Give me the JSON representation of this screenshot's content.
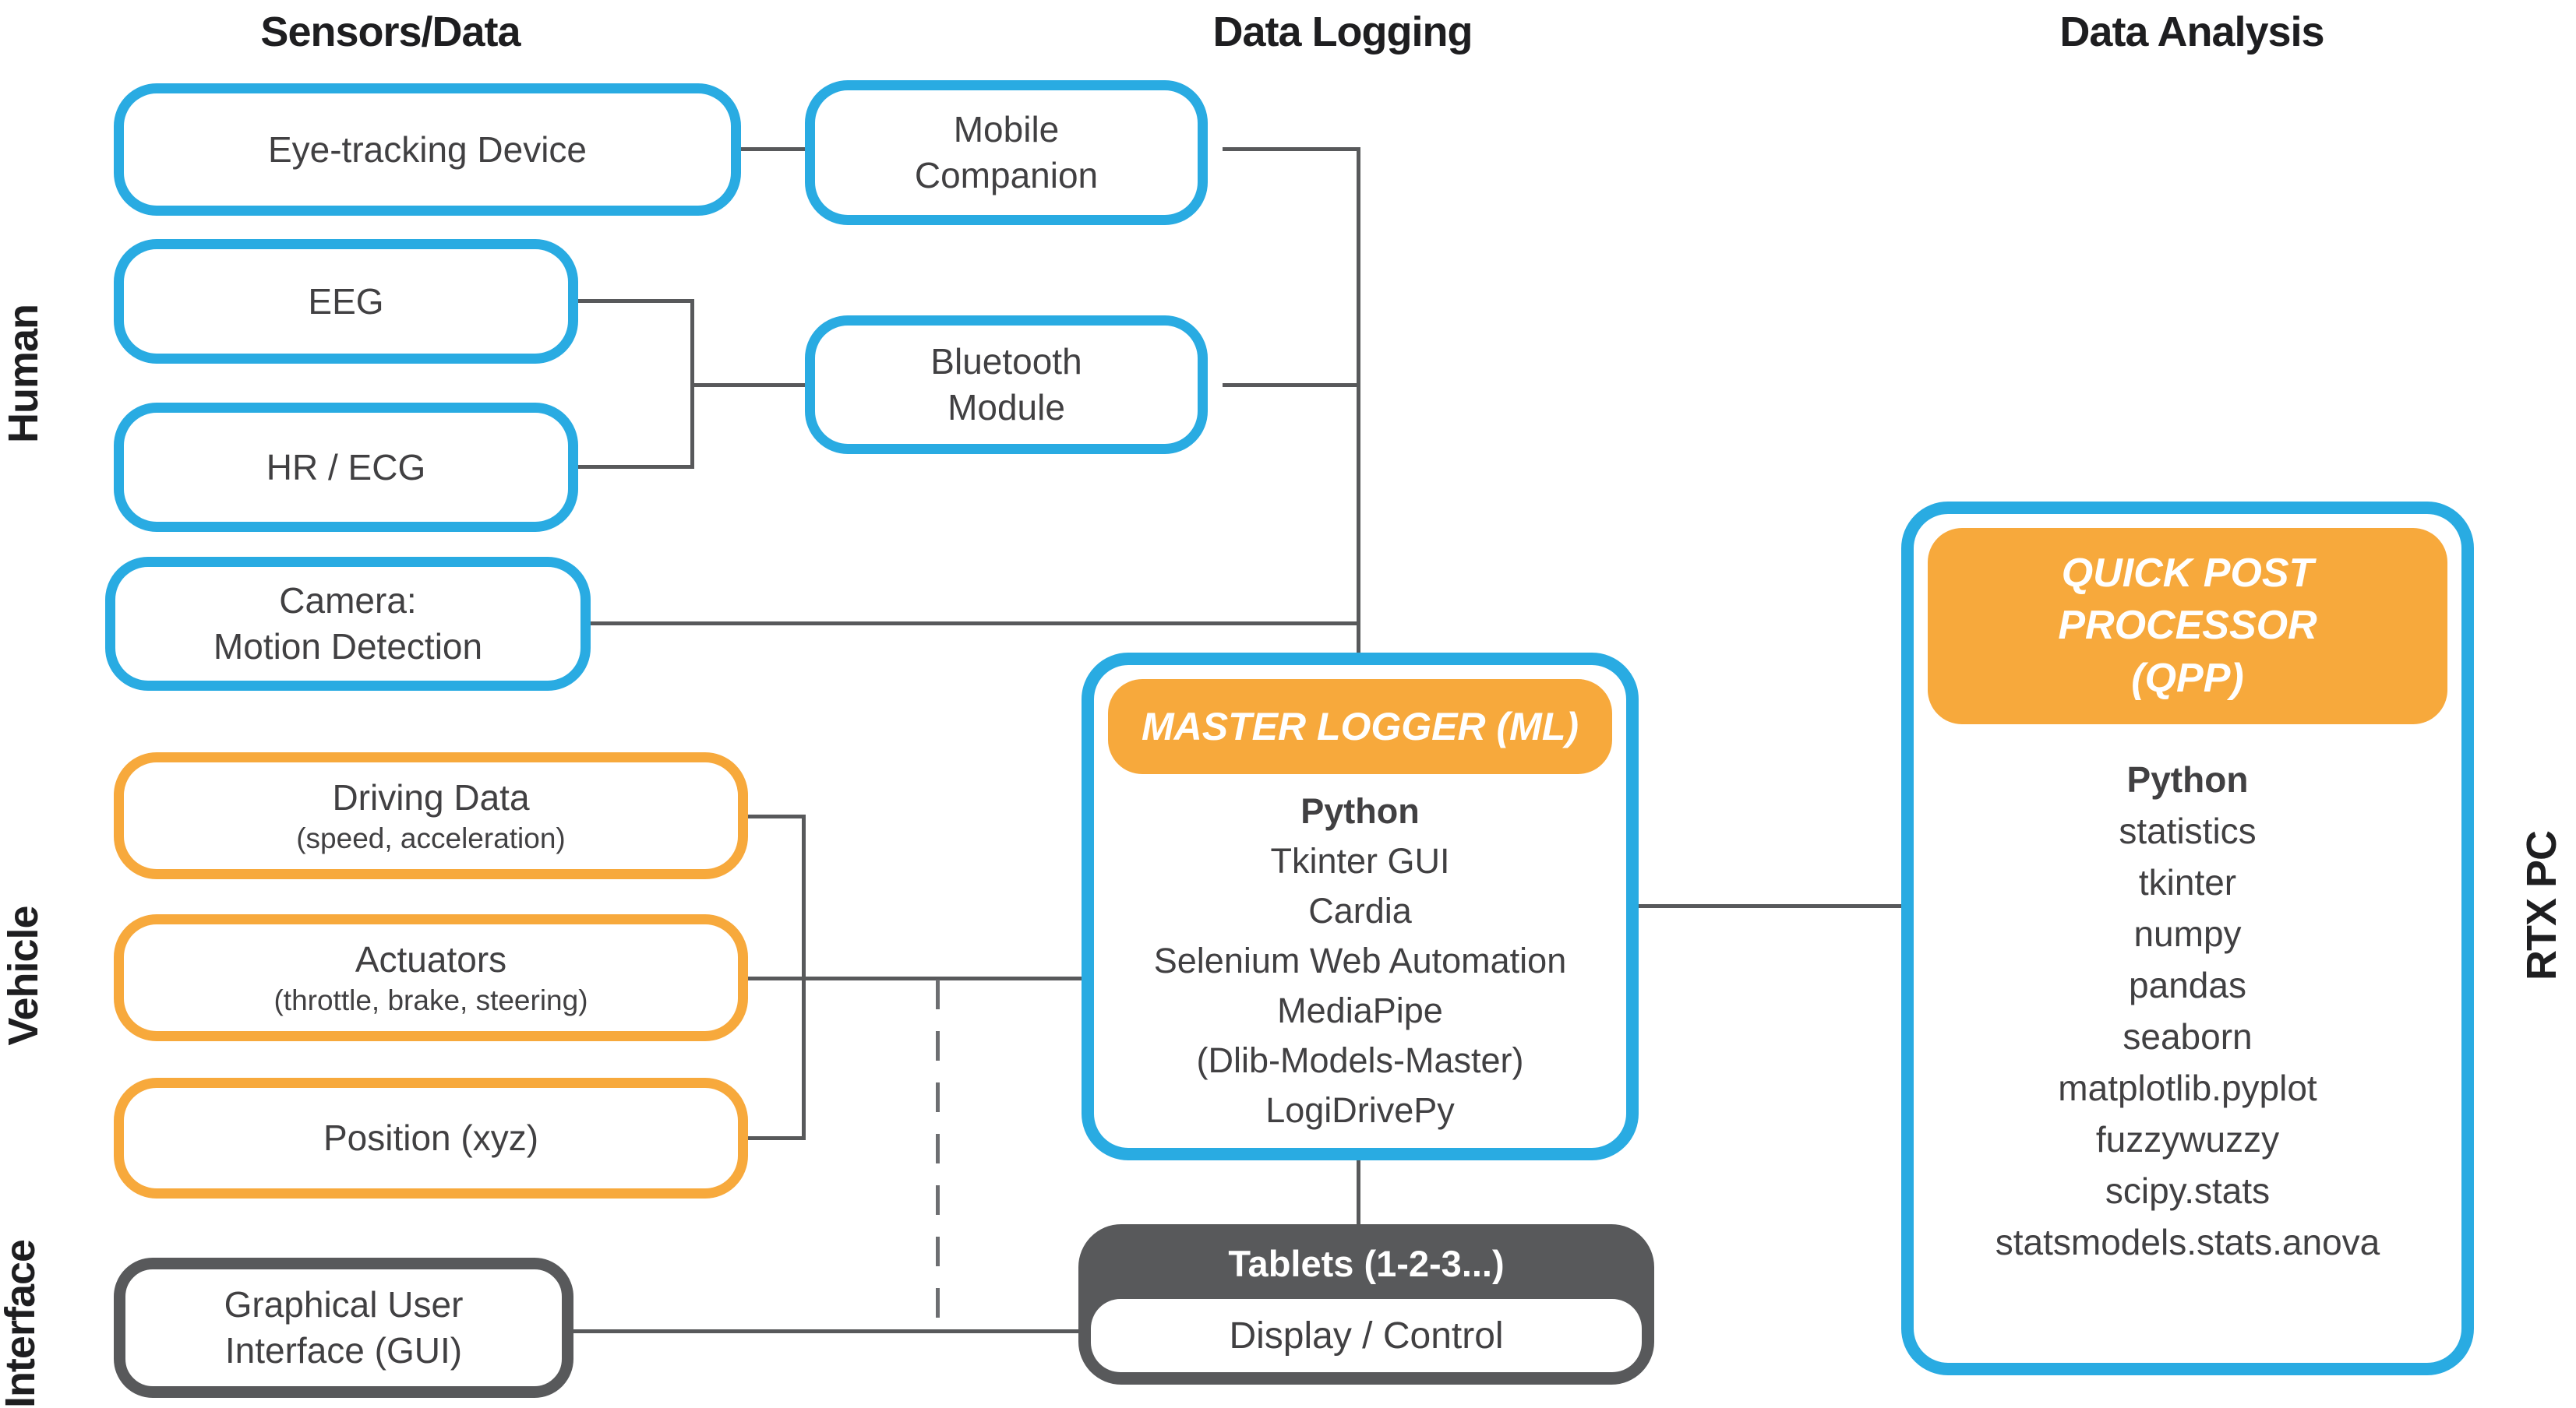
{
  "headers": {
    "sensors": "Sensors/Data",
    "logging": "Data Logging",
    "analysis": "Data Analysis"
  },
  "side_labels": {
    "human": "Human",
    "vehicle": "Vehicle",
    "interface": "Interface",
    "rtx": "RTX PC"
  },
  "colors": {
    "blue": "#29ABE2",
    "orange": "#F7A93C",
    "dark_gray": "#58595B",
    "connector_gray": "#58595B",
    "box_text": "#414042",
    "header_text_on_orange": "#FFFFFF"
  },
  "boxes": {
    "eye_tracking": {
      "label": "Eye-tracking Device"
    },
    "mobile_companion": {
      "line1": "Mobile",
      "line2": "Companion"
    },
    "eeg": {
      "label": "EEG"
    },
    "hr_ecg": {
      "label": "HR / ECG"
    },
    "camera": {
      "line1": "Camera:",
      "line2": "Motion Detection"
    },
    "bluetooth": {
      "line1": "Bluetooth",
      "line2": "Module"
    },
    "driving_data": {
      "title": "Driving Data",
      "subtitle": "(speed, acceleration)"
    },
    "actuators": {
      "title": "Actuators",
      "subtitle": "(throttle, brake, steering)"
    },
    "position": {
      "title": "Position (xyz)"
    },
    "gui": {
      "line1": "Graphical User",
      "line2": "Interface (GUI)"
    }
  },
  "master_logger": {
    "title": "MASTER LOGGER (ML)",
    "items": [
      "Python",
      "Tkinter GUI",
      "Cardia",
      "Selenium Web Automation",
      "MediaPipe",
      "(Dlib-Models-Master)",
      "LogiDrivePy"
    ]
  },
  "tablets": {
    "title": "Tablets (1-2-3...)",
    "body": "Display / Control"
  },
  "qpp": {
    "title_lines": [
      "QUICK POST",
      "PROCESSOR",
      "(QPP)"
    ],
    "items": [
      "Python",
      "statistics",
      "tkinter",
      "numpy",
      "pandas",
      "seaborn",
      "matplotlib.pyplot",
      "fuzzywuzzy",
      "scipy.stats",
      "statsmodels.stats.anova"
    ]
  }
}
